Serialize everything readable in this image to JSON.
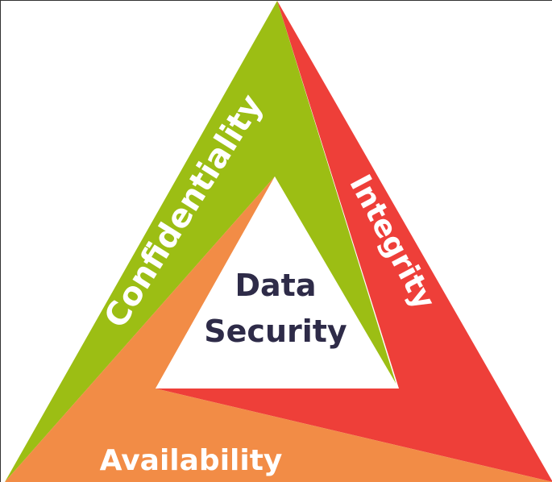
{
  "diagram": {
    "center": {
      "line1": "Data",
      "line2": "Security"
    },
    "segments": {
      "confidentiality": {
        "label": "Confidentiality",
        "color": "#9cbe14"
      },
      "integrity": {
        "label": "Integrity",
        "color": "#ee3f39"
      },
      "availability": {
        "label": "Availability",
        "color": "#f28c46"
      }
    },
    "colors": {
      "background": "#ffffff",
      "center_fill": "#ffffff",
      "center_text": "#2e2b48"
    }
  }
}
